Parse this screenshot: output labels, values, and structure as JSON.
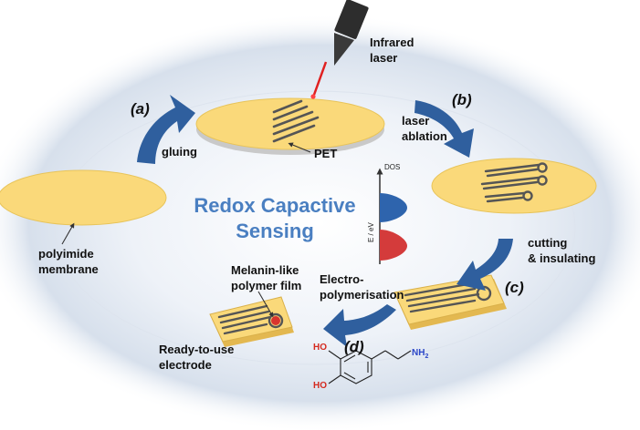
{
  "center_title": {
    "line1": "Redox Capactive",
    "line2": "Sensing"
  },
  "steps": {
    "a": "(a)",
    "b": "(b)",
    "c": "(c)",
    "d": "(d)"
  },
  "labels": {
    "infrared_laser": "Infrared\nlaser",
    "gluing": "gluing",
    "pet": "PET",
    "laser_ablation": "laser\nablation",
    "polyimide_membrane": "polyimide\nmembrane",
    "cutting_insulating": "cutting\n& insulating",
    "electropolymerisation": "Electro-\npolymerisation",
    "melanin_film": "Melanin-like\npolymer film",
    "ready_to_use": "Ready-to-use\nelectrode"
  },
  "dos_inset": {
    "x_label": "DOS",
    "y_label": "E / eV"
  },
  "molecule": {
    "oh_top": "HO",
    "oh_bottom": "HO",
    "amine": "NH",
    "amine_sub": "2"
  },
  "colors": {
    "membrane": "#fad97a",
    "membrane_edge": "#e8c45a",
    "pet_layer": "#c9c9c9",
    "arrow": "#2f5f9e",
    "title": "#4a7fc1",
    "oxidised_band": "#2e64ad",
    "reduced_band": "#d43b3b",
    "trace": "#555555",
    "film": "#d9352f",
    "oxygen": "#d42a1f",
    "nitrogen": "#2c47c8"
  }
}
